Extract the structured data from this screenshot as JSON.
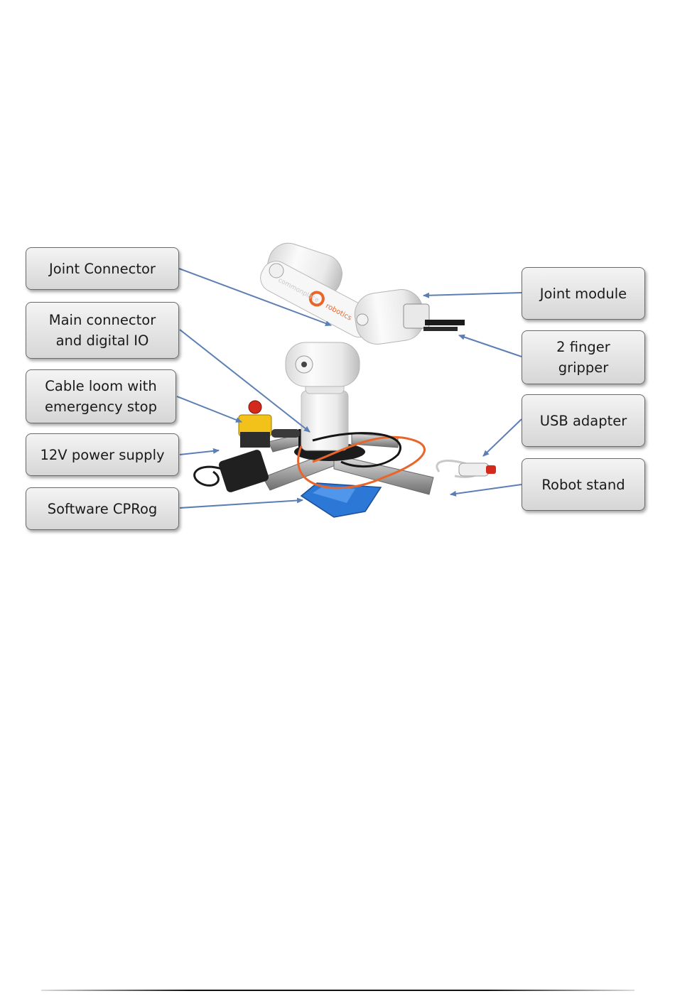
{
  "figure": {
    "callouts_left": [
      {
        "id": "joint-connector",
        "label": "Joint Connector"
      },
      {
        "id": "main-connector",
        "label": "Main connector\nand digital IO"
      },
      {
        "id": "cable-loom",
        "label": "Cable loom with\nemergency stop"
      },
      {
        "id": "power-supply",
        "label": "12V power supply"
      },
      {
        "id": "software",
        "label": "Software CPRog"
      }
    ],
    "callouts_right": [
      {
        "id": "joint-module",
        "label": "Joint module"
      },
      {
        "id": "gripper",
        "label": "2 finger\ngripper"
      },
      {
        "id": "usb-adapter",
        "label": "USB adapter"
      },
      {
        "id": "robot-stand",
        "label": "Robot stand"
      }
    ],
    "logo_text": "commonplace robotics",
    "colors": {
      "arrow": "#5b7fb5",
      "accent_orange": "#e8662a",
      "estop_red": "#d42a1e",
      "estop_yellow": "#f2c21b",
      "wrap_blue": "#2b78d6"
    }
  }
}
